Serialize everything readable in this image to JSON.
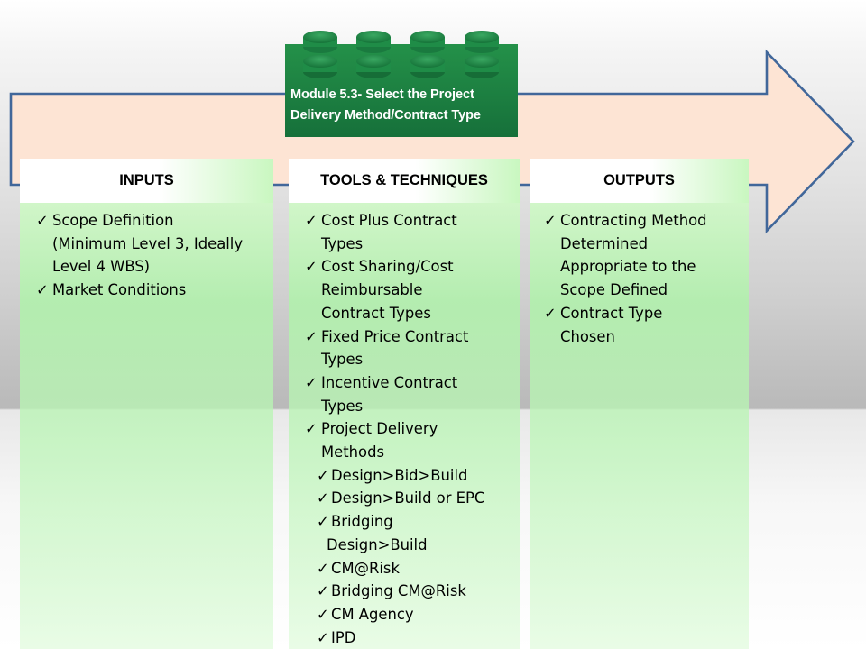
{
  "module_title": "Module 5.3- Select the Project Delivery Method/Contract Type",
  "module_title_lines": [
    "Module 5.3- Select the Project",
    "Delivery Method/Contract Type"
  ],
  "colors": {
    "arrow_fill": "#fde4d4",
    "arrow_stroke": "#41679a",
    "brick_fill": "#1b7d3c",
    "brick_stud": "#1f8c45",
    "column_fill": "#b4f3ad",
    "header_fill": "#ffffff"
  },
  "columns": {
    "inputs": {
      "header": "INPUTS",
      "items": [
        {
          "text": "Scope Definition (Minimum Level 3, Ideally Level 4 WBS)",
          "lines": [
            "Scope Definition",
            "(Minimum Level 3, Ideally",
            "Level 4 WBS)"
          ]
        },
        {
          "text": "Market Conditions",
          "lines": [
            "Market Conditions"
          ]
        }
      ]
    },
    "tools": {
      "header": "TOOLS & TECHNIQUES",
      "items": [
        {
          "text": "Cost Plus Contract Types",
          "lines": [
            "Cost Plus Contract",
            "Types"
          ]
        },
        {
          "text": "Cost Sharing/Cost Reimbursable Contract Types",
          "lines": [
            "Cost Sharing/Cost",
            "Reimbursable",
            "Contract Types"
          ]
        },
        {
          "text": "Fixed Price Contract Types",
          "lines": [
            "Fixed Price Contract",
            "Types"
          ]
        },
        {
          "text": "Incentive Contract Types",
          "lines": [
            "Incentive Contract",
            "Types"
          ]
        },
        {
          "text": "Project Delivery Methods",
          "lines": [
            "Project Delivery",
            "Methods"
          ]
        }
      ],
      "sub_items": [
        {
          "text": "Design>Bid>Build",
          "lines": [
            "Design>Bid>Build"
          ]
        },
        {
          "text": "Design>Build or EPC",
          "lines": [
            "Design>Build or EPC"
          ]
        },
        {
          "text": "Bridging Design>Build",
          "lines": [
            "Bridging",
            "Design>Build"
          ]
        },
        {
          "text": "CM@Risk",
          "lines": [
            "CM@Risk"
          ]
        },
        {
          "text": "Bridging CM@Risk",
          "lines": [
            "Bridging CM@Risk"
          ]
        },
        {
          "text": "CM Agency",
          "lines": [
            "CM Agency"
          ]
        },
        {
          "text": "IPD",
          "lines": [
            "IPD"
          ]
        }
      ]
    },
    "outputs": {
      "header": "OUTPUTS",
      "items": [
        {
          "text": "Contracting Method Determined Appropriate to the Scope Defined",
          "lines": [
            "Contracting Method",
            "Determined",
            "Appropriate to the",
            "Scope Defined"
          ]
        },
        {
          "text": "Contract Type Chosen",
          "lines": [
            "Contract Type",
            "Chosen"
          ]
        }
      ]
    }
  },
  "check_glyph": "✓"
}
